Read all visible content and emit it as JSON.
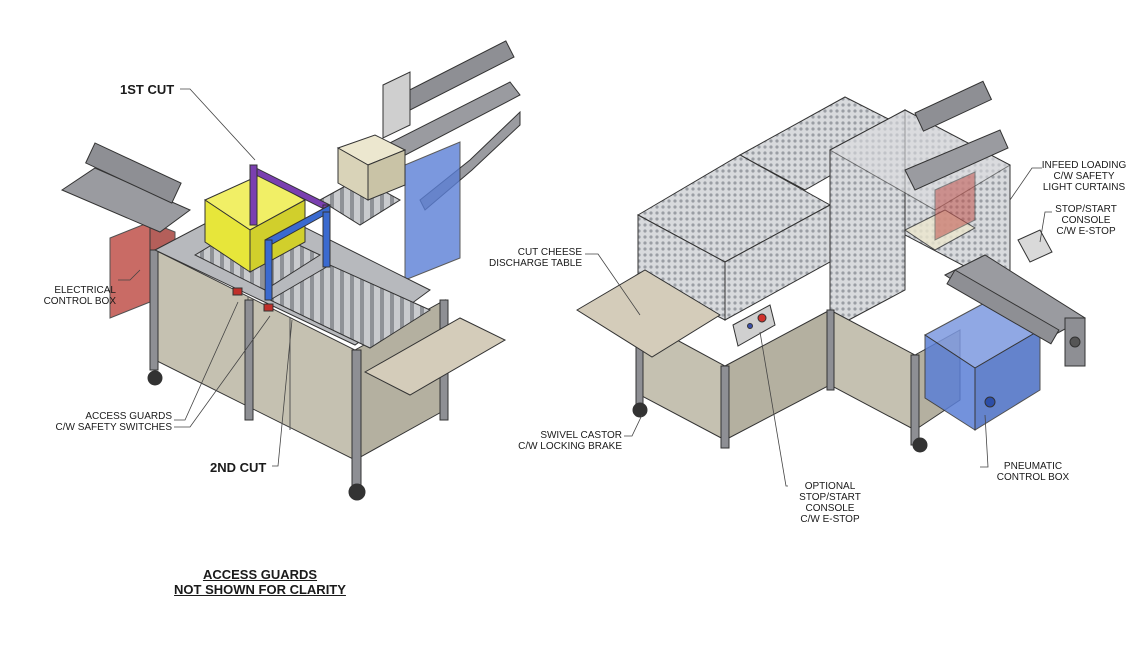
{
  "labels": {
    "first_cut": "1ST CUT",
    "second_cut": "2ND CUT",
    "electrical": [
      "ELECTRICAL",
      "CONTROL BOX"
    ],
    "access_guards": [
      "ACCESS GUARDS",
      "C/W SAFETY SWITCHES"
    ],
    "discharge_table": [
      "CUT CHEESE",
      "DISCHARGE TABLE"
    ],
    "infeed": [
      "INFEED LOADING",
      "C/W SAFETY",
      "LIGHT CURTAINS"
    ],
    "stop_start": [
      "STOP/START",
      "CONSOLE",
      "C/W E-STOP"
    ],
    "castor": [
      "SWIVEL CASTOR",
      "C/W LOCKING BRAKE"
    ],
    "optional_console": [
      "OPTIONAL",
      "STOP/START",
      "CONSOLE",
      "C/W E-STOP"
    ],
    "pneumatic": [
      "PNEUMATIC",
      "CONTROL BOX"
    ]
  },
  "note": [
    "ACCESS GUARDS",
    "NOT SHOWN FOR CLARITY"
  ],
  "colors": {
    "frame": "#8e8f94",
    "panel": "#c5c1b1",
    "table": "#d4ccba",
    "electrical_box": "#c0524b",
    "pneumatic_box": "#5b7fd6",
    "yellow_block": "#e7e63a",
    "purple_frame": "#7a3fb0",
    "blue_frame": "#3a6ad0",
    "mesh": "#bfc3c8",
    "outline": "#333333"
  }
}
